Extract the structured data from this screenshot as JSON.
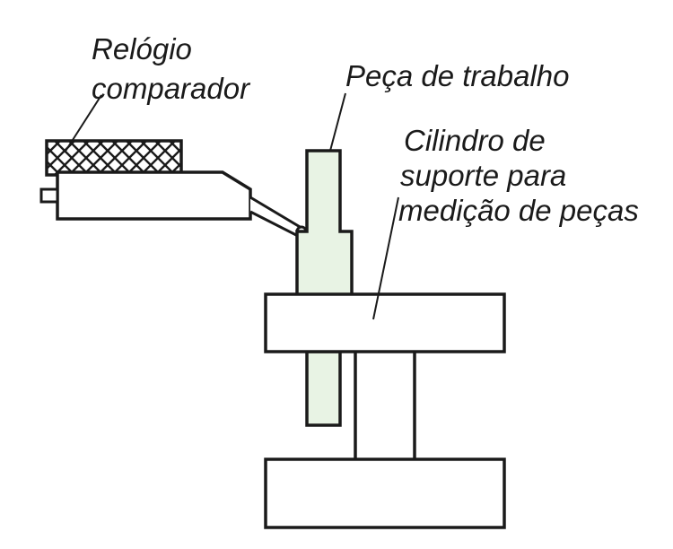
{
  "labels": {
    "dial_gauge": [
      "Relógio",
      "comparador"
    ],
    "workpiece": "Peça de trabalho",
    "support_cylinder": [
      "Cilindro de",
      "suporte para",
      "medição de peças"
    ]
  },
  "colors": {
    "stroke": "#1a1a1a",
    "workpiece_fill": "#e8f3e4",
    "background": "#ffffff"
  }
}
